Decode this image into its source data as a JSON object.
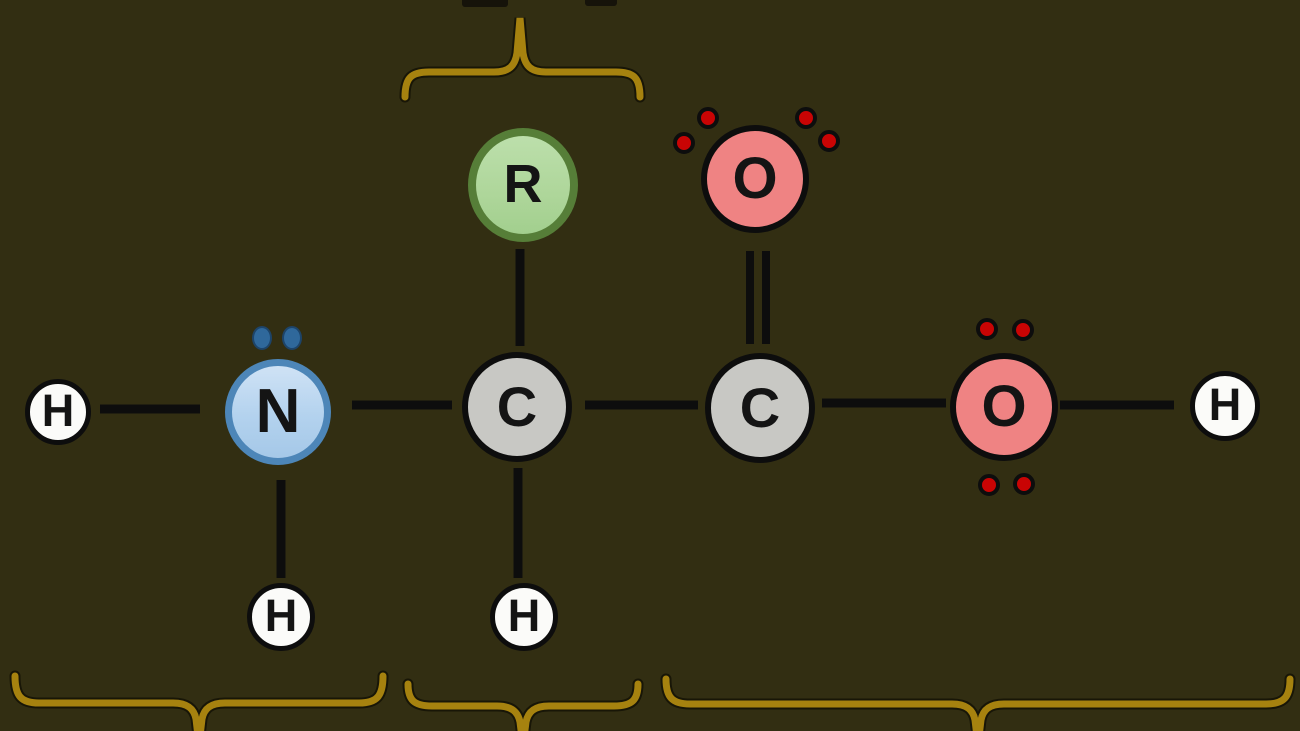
{
  "scene": {
    "description": "Lewis structure diagram of a generic amino acid with grouping braces",
    "background_color": "#322e12",
    "brace_color": "#a6820f",
    "bond_color": "#0d0d0d"
  },
  "atoms": [
    {
      "id": "left-hydrogen",
      "symbol": "H",
      "fill": "#fbfbf9",
      "border": "#0d0d0d"
    },
    {
      "id": "nitrogen",
      "symbol": "N",
      "fill": "#b3d2ee",
      "border": "#4d86b8"
    },
    {
      "id": "amine-hydrogen",
      "symbol": "H",
      "fill": "#fbfbf9",
      "border": "#0d0d0d"
    },
    {
      "id": "alpha-carbon",
      "symbol": "C",
      "fill": "#c8c8c4",
      "border": "#0d0d0d"
    },
    {
      "id": "alpha-hydrogen",
      "symbol": "H",
      "fill": "#fbfbf9",
      "border": "#0d0d0d"
    },
    {
      "id": "r-group",
      "symbol": "R",
      "fill": "#aed69a",
      "border": "#567e38"
    },
    {
      "id": "carboxyl-carbon",
      "symbol": "C",
      "fill": "#c8c8c4",
      "border": "#0d0d0d"
    },
    {
      "id": "carbonyl-oxygen",
      "symbol": "O",
      "fill": "#ef8383",
      "border": "#0d0d0d"
    },
    {
      "id": "hydroxyl-oxygen",
      "symbol": "O",
      "fill": "#ef8383",
      "border": "#0d0d0d"
    },
    {
      "id": "hydroxyl-hydrogen",
      "symbol": "H",
      "fill": "#fbfbf9",
      "border": "#0d0d0d"
    }
  ],
  "bonds": [
    {
      "id": "bond-h-n",
      "type": "single"
    },
    {
      "id": "bond-n-amine-h",
      "type": "single"
    },
    {
      "id": "bond-n-alpha-c",
      "type": "single"
    },
    {
      "id": "bond-alpha-c-r",
      "type": "single"
    },
    {
      "id": "bond-alpha-c-h",
      "type": "single"
    },
    {
      "id": "bond-alpha-c-carboxyl-c",
      "type": "single"
    },
    {
      "id": "bond-carboxyl-c-carbonyl-o",
      "type": "double"
    },
    {
      "id": "bond-carboxyl-c-hydroxyl-o",
      "type": "single"
    },
    {
      "id": "bond-hydroxyl-o-h",
      "type": "single"
    }
  ],
  "lone_pairs": {
    "nitrogen": {
      "count": 2,
      "color": "#2f689b"
    },
    "carbonyl_oxygen": {
      "count": 4,
      "color": "#c90404"
    },
    "hydroxyl_oxygen": {
      "count": 4,
      "color": "#c90404"
    }
  },
  "braces": [
    {
      "id": "top-brace",
      "orientation": "over",
      "spans": "r-group"
    },
    {
      "id": "bottom-brace-amino",
      "orientation": "under",
      "spans": "amino group H-N-H"
    },
    {
      "id": "bottom-brace-alpha",
      "orientation": "under",
      "spans": "alpha carbon and H"
    },
    {
      "id": "bottom-brace-carboxyl",
      "orientation": "under",
      "spans": "carboxyl group C O O H"
    }
  ]
}
